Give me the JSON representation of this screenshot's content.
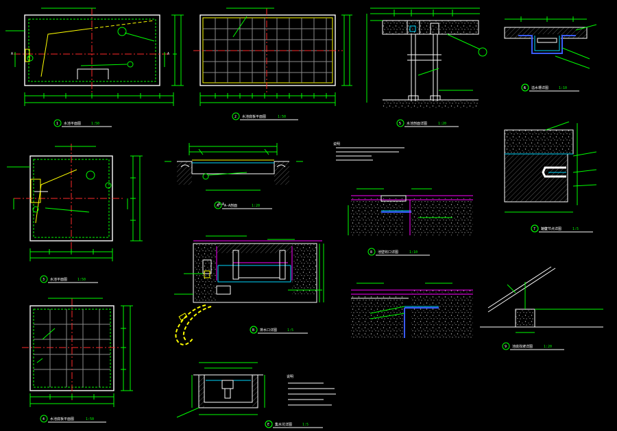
{
  "sheet": {
    "background": "#000000",
    "colors": {
      "outline": "#ffffff",
      "dimension": "#00ff00",
      "axis": "#ff2a2a",
      "fill_lines": "#ffff00",
      "water": "#00d7ff",
      "finish": "#ff00ff"
    }
  },
  "annotations": {
    "callout_6": "6",
    "scale_1_10": "1:10",
    "scale_1_20": "1:20",
    "scale_1_5": "1:5",
    "note_heading": "说明"
  },
  "details": [
    {
      "key": "d1",
      "number": "1",
      "title": "水池平面图",
      "scale": "1:50"
    },
    {
      "key": "d2",
      "number": "2",
      "title": "水池底板平面图",
      "scale": "1:50"
    },
    {
      "key": "d3",
      "number": "3",
      "title": "水池平面图",
      "scale": "1:50"
    },
    {
      "key": "d4",
      "number": "4",
      "title": "水池底板平面图",
      "scale": "1:50"
    },
    {
      "key": "d5",
      "number": "5",
      "title": "水池剖面详图",
      "scale": "1:20"
    },
    {
      "key": "d6",
      "number": "6",
      "title": "溢水槽详图",
      "scale": "1:10"
    },
    {
      "key": "d7",
      "number": "7",
      "title": "池壁节点详图",
      "scale": "1:5"
    },
    {
      "key": "d8",
      "number": "8",
      "title": "池壁收口详图",
      "scale": "1:10"
    },
    {
      "key": "d9",
      "number": "9",
      "title": "池底找坡详图",
      "scale": "1:20"
    },
    {
      "key": "dAA",
      "number": "A",
      "title": "A-A剖面",
      "scale": "1:20"
    },
    {
      "key": "dB",
      "number": "B",
      "title": "排水口详图",
      "scale": "1:5"
    },
    {
      "key": "dE",
      "number": "E",
      "title": "集水坑详图",
      "scale": "1:5"
    }
  ]
}
